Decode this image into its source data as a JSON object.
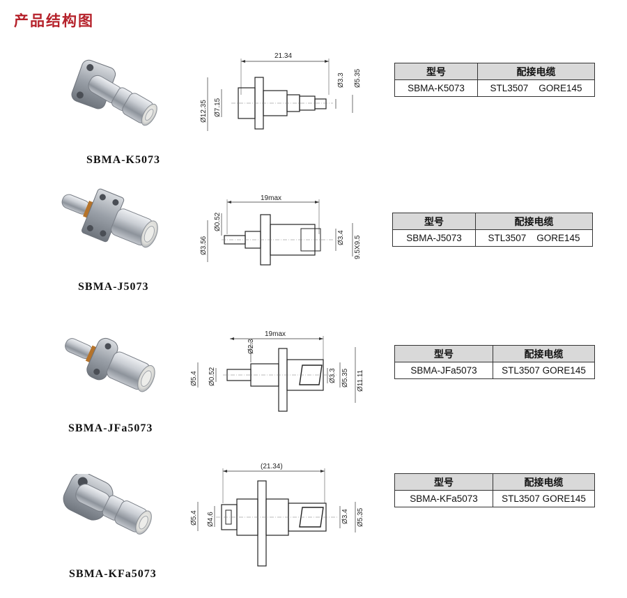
{
  "page": {
    "title": "产品结构图"
  },
  "table_headers": {
    "model": "型号",
    "cable": "配接电缆"
  },
  "products": [
    {
      "model": "SBMA-K5073",
      "cable": "STL3507    GORE145",
      "dims": {
        "length": "21.34",
        "d_a": "Ø3.3",
        "d_b": "Ø5.35",
        "d_c": "Ø12.35",
        "d_d": "Ø7.15"
      }
    },
    {
      "model": "SBMA-J5073",
      "cable": "STL3507    GORE145",
      "dims": {
        "length": "19max",
        "d_a": "Ø0.52",
        "d_b": "Ø3.56",
        "d_c": "Ø3.4",
        "d_d": "9.5X9.5"
      }
    },
    {
      "model": "SBMA-JFa5073",
      "cable": "STL3507 GORE145",
      "dims": {
        "length": "19max",
        "d_a": "Ø2.3",
        "d_b": "Ø5.4",
        "d_c": "Ø0.52",
        "d_d": "Ø3.3",
        "d_e": "Ø5.35",
        "d_f": "Ø11.11"
      }
    },
    {
      "model": "SBMA-KFa5073",
      "cable": "STL3507 GORE145",
      "dims": {
        "length": "(21.34)",
        "d_a": "Ø5.4",
        "d_b": "Ø4.6",
        "d_c": "Ø3.4",
        "d_d": "Ø5.35"
      }
    }
  ],
  "colors": {
    "title": "#b5212a",
    "header_bg": "#d9d9d9",
    "metal": "#b8bcc2",
    "gold": "#b5732a"
  }
}
